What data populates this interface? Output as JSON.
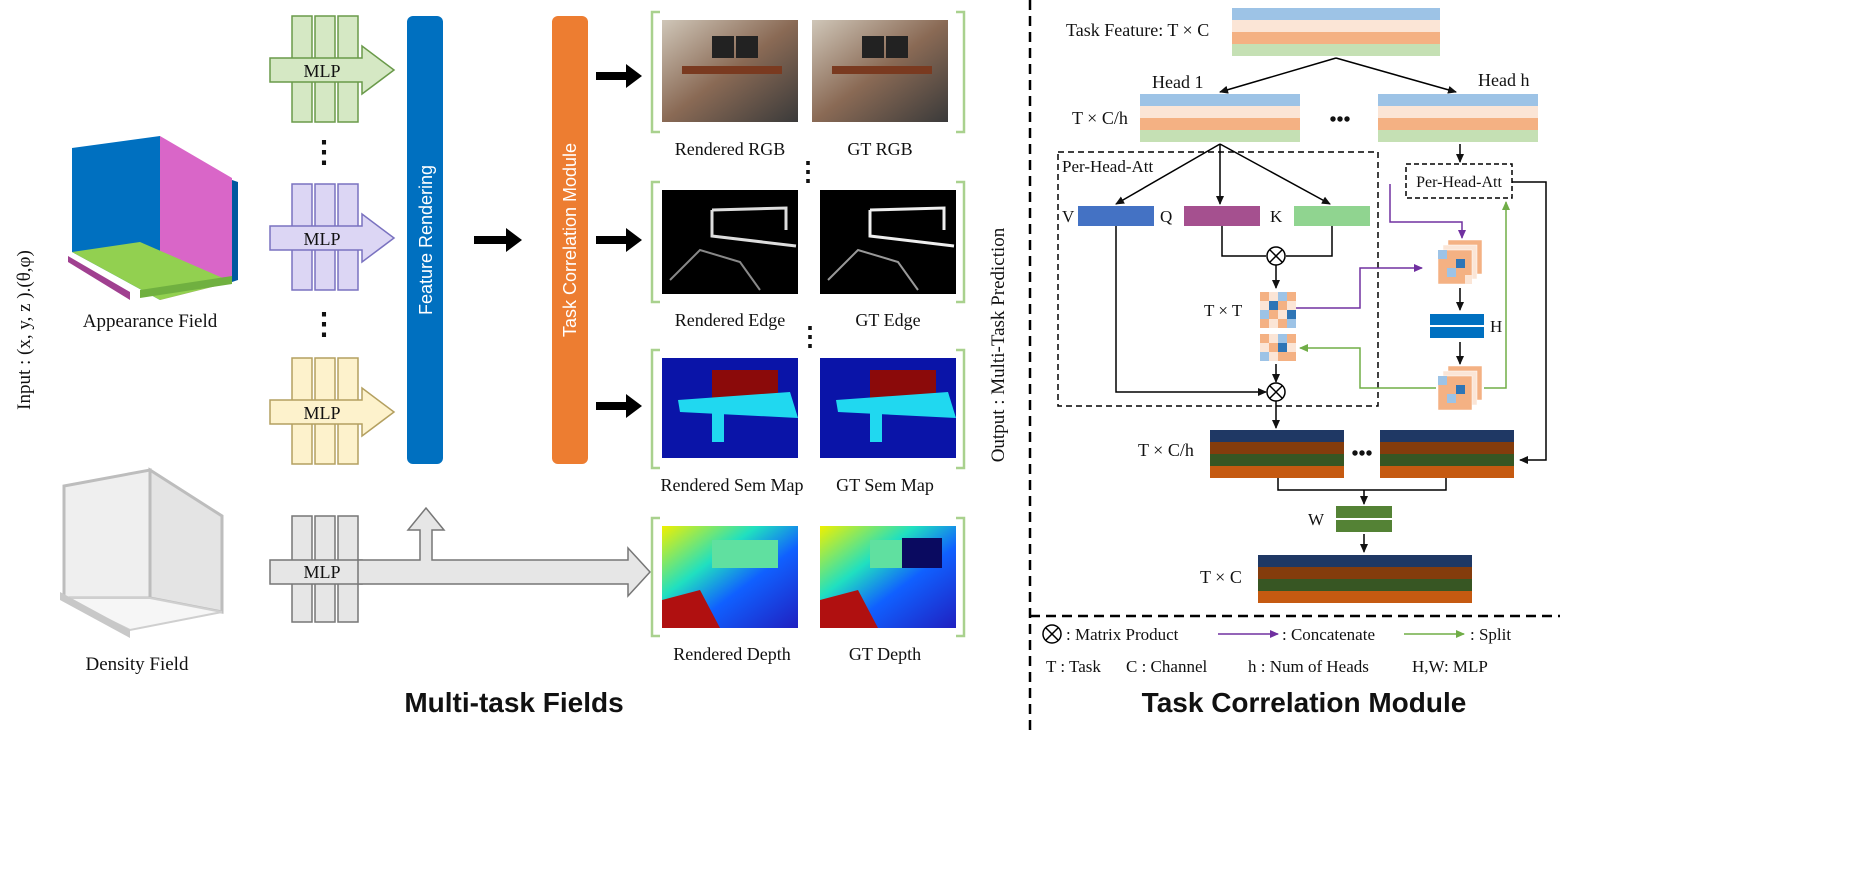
{
  "left": {
    "input_label": "Input : (x, y, z ).(θ,φ)",
    "appearance_field": "Appearance Field",
    "density_field": "Density Field",
    "mlp_label": "MLP",
    "ellipsis_vertical": "⋮",
    "feature_rendering": "Feature Rendering",
    "task_correlation_module": "Task Correlation Module",
    "output_label": "Output : Multi-Task Prediction",
    "outputs": {
      "rendered_rgb": "Rendered  RGB",
      "gt_rgb": "GT  RGB",
      "rendered_edge": "Rendered  Edge",
      "gt_edge": "GT  Edge",
      "rendered_sem": "Rendered Sem Map",
      "gt_sem": "GT Sem Map",
      "rendered_depth": "Rendered Depth",
      "gt_depth": "GT Depth"
    },
    "section_title": "Multi-task Fields"
  },
  "right": {
    "task_feature": "Task Feature: T × C",
    "head_1": "Head 1",
    "head_h": "Head h",
    "t_c_over_h": "T × C/h",
    "ellipsis": "•••",
    "per_head_att": "Per-Head-Att",
    "v": "V",
    "q": "Q",
    "k": "K",
    "t_x_t": "T × T",
    "h": "H",
    "t_c_over_h_bottom": "T × C/h",
    "w": "W",
    "t_x_c": "T × C",
    "section_title": "Task Correlation Module"
  },
  "legend": {
    "matrix_product": ": Matrix Product",
    "concatenate": ": Concatenate",
    "split": ": Split",
    "task": "T : Task",
    "channel": "C : Channel",
    "heads": "h : Num of Heads",
    "mlp": "H,W: MLP"
  },
  "colors": {
    "feature_rendering_bar": "#0070c0",
    "tcm_bar": "#ed7d31",
    "mlp_green": "#d5e8c4",
    "mlp_purple": "#dcd6f4",
    "mlp_yellow": "#fdf2cc",
    "mlp_gray": "#e6e6e6",
    "concat_arrow": "#7030a0",
    "split_arrow": "#70ad47",
    "v_bar": "#4472c4",
    "q_bar": "#a5508f",
    "k_bar": "#90d490"
  }
}
